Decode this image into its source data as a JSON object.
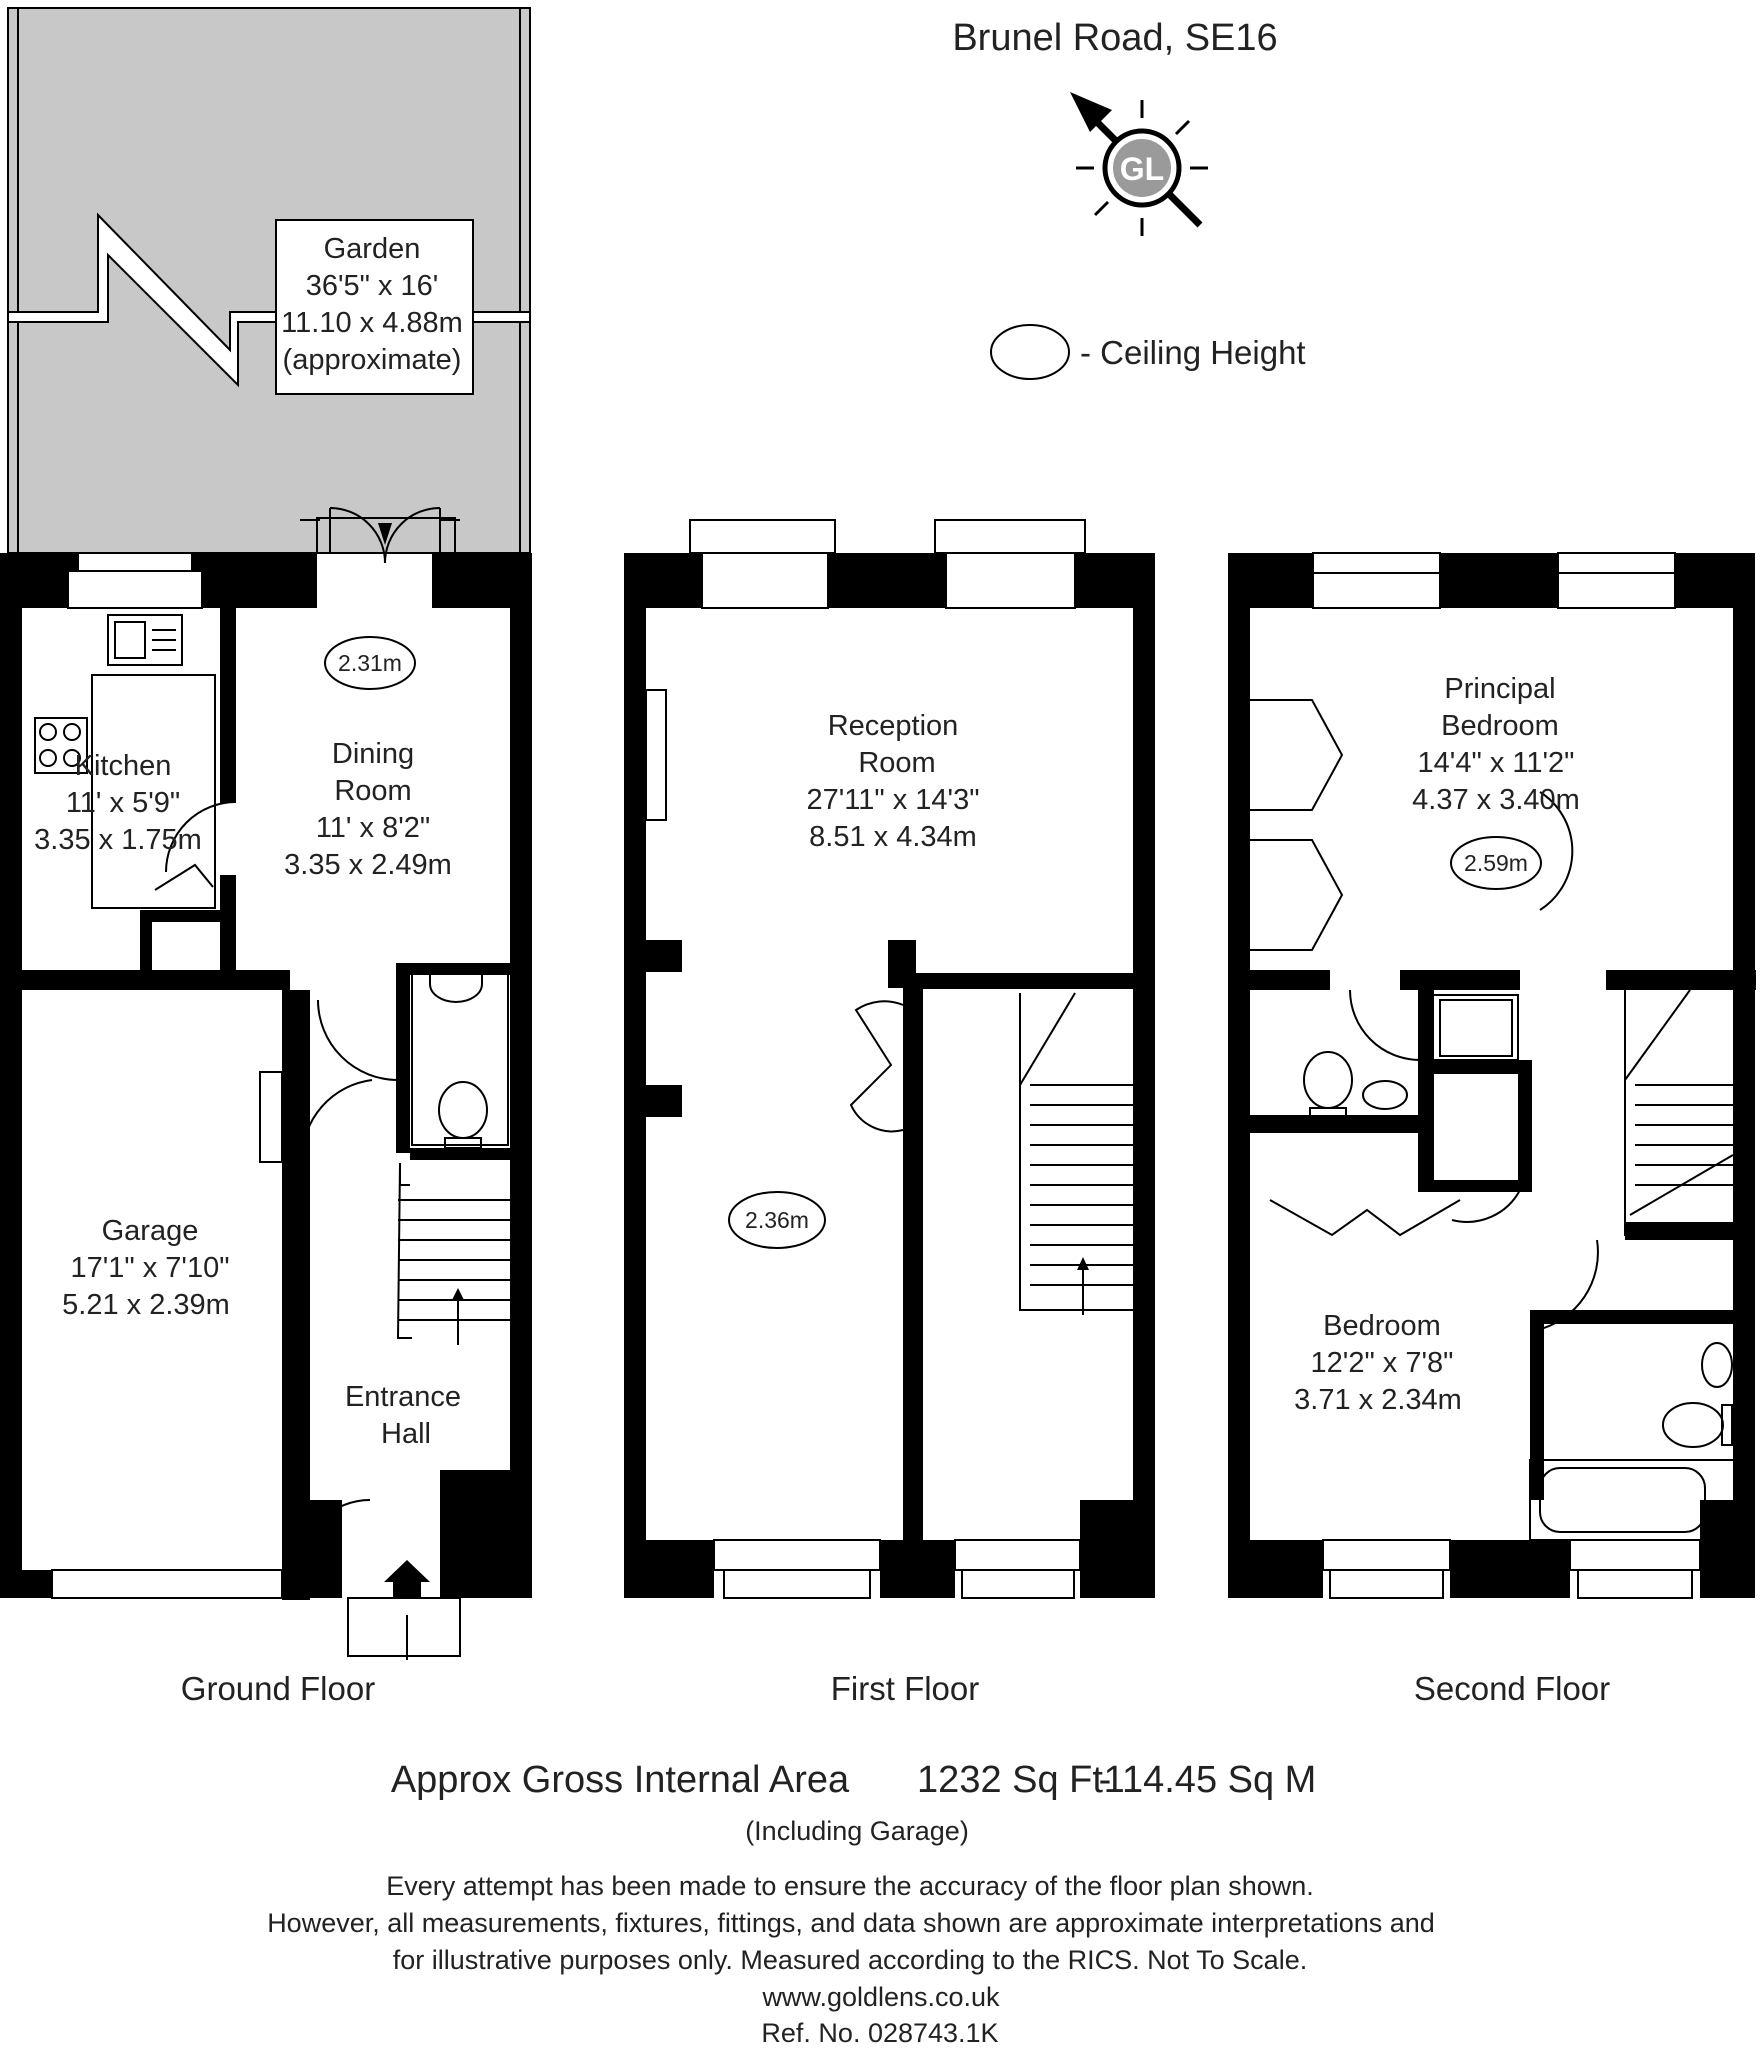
{
  "title": "Brunel Road, SE16",
  "logo": "GL",
  "legend": {
    "label": "- Ceiling Height"
  },
  "garden": {
    "name": "Garden",
    "imperial": "36'5\" x 16'",
    "metric": "11.10 x 4.88m",
    "note": "(approximate)"
  },
  "ground_floor": {
    "label": "Ground Floor",
    "kitchen": {
      "name": "Kitchen",
      "imperial": "11' x 5'9\"",
      "metric": "3.35 x 1.75m"
    },
    "dining": {
      "name1": "Dining",
      "name2": "Room",
      "imperial": "11' x 8'2\"",
      "metric": "3.35 x 2.49m",
      "ceiling": "2.31m"
    },
    "garage": {
      "name": "Garage",
      "imperial": "17'1\" x 7'10\"",
      "metric": "5.21 x 2.39m"
    },
    "hall": {
      "name1": "Entrance",
      "name2": "Hall"
    }
  },
  "first_floor": {
    "label": "First Floor",
    "reception": {
      "name1": "Reception",
      "name2": "Room",
      "imperial": "27'11\" x 14'3\"",
      "metric": "8.51 x 4.34m",
      "ceiling": "2.36m"
    }
  },
  "second_floor": {
    "label": "Second Floor",
    "principal": {
      "name1": "Principal",
      "name2": "Bedroom",
      "imperial": "14'4\" x 11'2\"",
      "metric": "4.37 x 3.40m",
      "ceiling": "2.59m"
    },
    "bedroom": {
      "name": "Bedroom",
      "imperial": "12'2\" x 7'8\"",
      "metric": "3.71 x 2.34m"
    }
  },
  "area": {
    "label": "Approx Gross Internal Area",
    "sqft": "1232 Sq Ft",
    "sep": "-",
    "sqm": "114.45 Sq M",
    "note": "(Including Garage)"
  },
  "disclaimer": {
    "line1": "Every attempt has been made to ensure the accuracy of the floor plan shown.",
    "line2": "However, all measurements, fixtures, fittings, and data shown are approximate interpretations and",
    "line3": "for illustrative purposes only. Measured according to the RICS. Not To Scale.",
    "website": "www.goldlens.co.uk",
    "ref": "Ref. No. 028743.1K"
  },
  "colors": {
    "wall": "#000000",
    "garden_fill": "#c8c8c8",
    "logo_fill": "#9a9a9a"
  },
  "icons": [
    "compass-north-icon",
    "goldlens-logo-icon",
    "ceiling-height-oval-icon",
    "entrance-arrow-icon",
    "stairs-icon",
    "sink-icon",
    "hob-icon",
    "toilet-icon",
    "basin-icon",
    "bath-icon",
    "shower-icon"
  ]
}
